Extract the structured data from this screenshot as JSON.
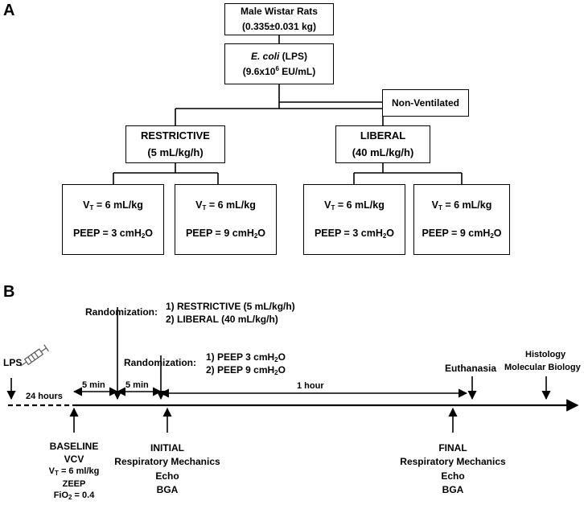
{
  "panel_a": {
    "letter": "A",
    "rats": {
      "line1": "Male Wistar Rats",
      "line2": "(0.335±0.031 kg)"
    },
    "lps": {
      "species": "E. coli",
      "suffix": " (LPS)",
      "dose_pre": "(9.6x10",
      "dose_exp": "6",
      "dose_post": " EU/mL)"
    },
    "non_ventilated": "Non-Ventilated",
    "restrictive": {
      "line1": "RESTRICTIVE",
      "line2": "(5 mL/kg/h)"
    },
    "liberal": {
      "line1": "LIBERAL",
      "line2": "(40 mL/kg/h)"
    },
    "groups": [
      {
        "vt_pre": "V",
        "vt_sub": "T",
        "vt_post": " = 6 mL/kg",
        "peep_pre": "PEEP = 3 cmH",
        "peep_sub": "2",
        "peep_post": "O"
      },
      {
        "vt_pre": "V",
        "vt_sub": "T",
        "vt_post": " = 6 mL/kg",
        "peep_pre": "PEEP = 9 cmH",
        "peep_sub": "2",
        "peep_post": "O"
      },
      {
        "vt_pre": "V",
        "vt_sub": "T",
        "vt_post": " = 6 mL/kg",
        "peep_pre": "PEEP = 3 cmH",
        "peep_sub": "2",
        "peep_post": "O"
      },
      {
        "vt_pre": "V",
        "vt_sub": "T",
        "vt_post": " = 6 mL/kg",
        "peep_pre": "PEEP = 9 cmH",
        "peep_sub": "2",
        "peep_post": "O"
      }
    ]
  },
  "panel_b": {
    "letter": "B",
    "lps": "LPS",
    "randomization1": {
      "label": "Randomization:",
      "opt1": "1) RESTRICTIVE (5 mL/kg/h)",
      "opt2": "2) LIBERAL (40 mL/kg/h)"
    },
    "randomization2": {
      "label": "Randomization:",
      "opt1_pre": "1) PEEP 3 cmH",
      "opt1_sub": "2",
      "opt1_post": "O",
      "opt2_pre": "2) PEEP 9 cmH",
      "opt2_sub": "2",
      "opt2_post": "O"
    },
    "durations": {
      "h24": "24 hours",
      "m5a": "5 min",
      "m5b": "5 min",
      "h1": "1 hour"
    },
    "euthanasia": "Euthanasia",
    "histology": "Histology",
    "molecular": "Molecular  Biology",
    "baseline": {
      "title": "BASELINE",
      "mode": "VCV",
      "vt_pre": "V",
      "vt_sub": "T",
      "vt_post": " = 6 ml/kg",
      "zeep": "ZEEP",
      "fio_pre": "FiO",
      "fio_sub": "2",
      "fio_post": " = 0.4"
    },
    "initial": {
      "title": "INITIAL",
      "l1": "Respiratory Mechanics",
      "l2": "Echo",
      "l3": "BGA"
    },
    "final": {
      "title": "FINAL",
      "l1": "Respiratory Mechanics",
      "l2": "Echo",
      "l3": "BGA"
    }
  }
}
